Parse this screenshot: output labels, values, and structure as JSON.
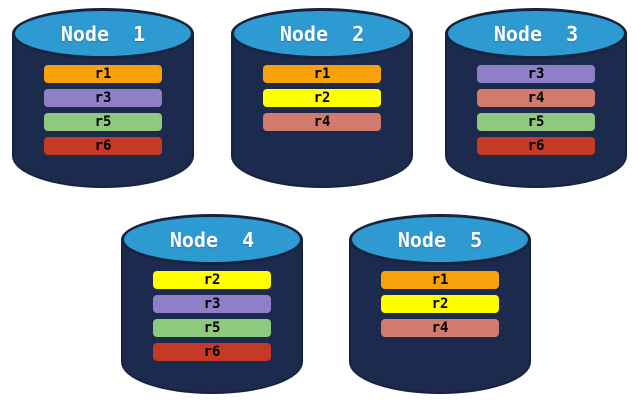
{
  "diagram": {
    "background": "#FFFFFF",
    "cylinder": {
      "top_fill": "#2E9AD2",
      "body_fill": "#1C2B4D",
      "outline": "#15233F",
      "title_color": "#FFFFFF",
      "label_color": "#000000"
    },
    "record_colors": {
      "r1": "#F9A10B",
      "r2": "#FFFF00",
      "r3": "#8E7FC6",
      "r4": "#D27B6D",
      "r5": "#8FC97E",
      "r6": "#C43A26"
    },
    "nodes": [
      {
        "title": "Node  1",
        "records": [
          "r1",
          "r3",
          "r5",
          "r6"
        ]
      },
      {
        "title": "Node  2",
        "records": [
          "r1",
          "r2",
          "r4"
        ]
      },
      {
        "title": "Node  3",
        "records": [
          "r3",
          "r4",
          "r5",
          "r6"
        ]
      },
      {
        "title": "Node  4",
        "records": [
          "r2",
          "r3",
          "r5",
          "r6"
        ]
      },
      {
        "title": "Node  5",
        "records": [
          "r1",
          "r2",
          "r4"
        ]
      }
    ]
  }
}
